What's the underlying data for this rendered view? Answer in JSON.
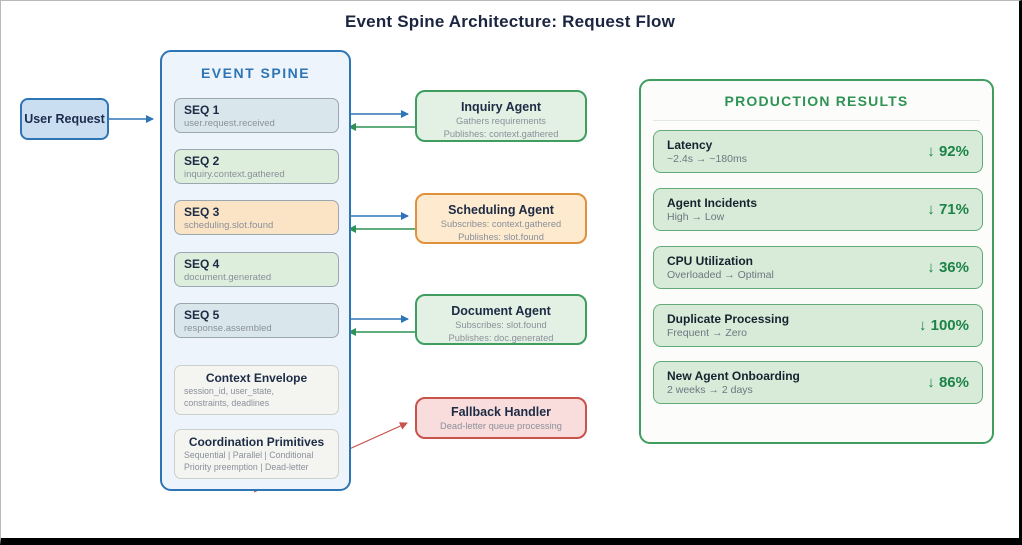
{
  "title": "Event Spine Architecture: Request Flow",
  "user_request": {
    "label": "User Request"
  },
  "event_spine": {
    "title": "EVENT SPINE",
    "sequences": [
      {
        "label": "SEQ 1",
        "event": "user.request.received",
        "variant": "blue"
      },
      {
        "label": "SEQ 2",
        "event": "inquiry.context.gathered",
        "variant": "green"
      },
      {
        "label": "SEQ 3",
        "event": "scheduling.slot.found",
        "variant": "orange"
      },
      {
        "label": "SEQ 4",
        "event": "document.generated",
        "variant": "green"
      },
      {
        "label": "SEQ 5",
        "event": "response.assembled",
        "variant": "blue"
      }
    ],
    "panels": [
      {
        "title": "Context Envelope",
        "line1": "session_id, user_state,",
        "line2": "constraints, deadlines"
      },
      {
        "title": "Coordination Primitives",
        "line1": "Sequential | Parallel | Conditional",
        "line2": "Priority preemption | Dead-letter"
      }
    ]
  },
  "agents": [
    {
      "title": "Inquiry Agent",
      "line1": "Gathers requirements",
      "line2": "Publishes: context.gathered",
      "variant": "green"
    },
    {
      "title": "Scheduling Agent",
      "line1": "Subscribes: context.gathered",
      "line2": "Publishes: slot.found",
      "variant": "orange"
    },
    {
      "title": "Document Agent",
      "line1": "Subscribes: slot.found",
      "line2": "Publishes: doc.generated",
      "variant": "green"
    },
    {
      "title": "Fallback Handler",
      "line1": "Dead-letter queue processing",
      "line2": "",
      "variant": "red"
    }
  ],
  "production_results": {
    "title": "PRODUCTION RESULTS",
    "metrics": [
      {
        "name": "Latency",
        "change": "~2.4s → ~180ms",
        "value": "↓ 92%"
      },
      {
        "name": "Agent Incidents",
        "change": "High → Low",
        "value": "↓ 71%"
      },
      {
        "name": "CPU Utilization",
        "change": "Overloaded → Optimal",
        "value": "↓ 36%"
      },
      {
        "name": "Duplicate Processing",
        "change": "Frequent → Zero",
        "value": "↓ 100%"
      },
      {
        "name": "New Agent Onboarding",
        "change": "2 weeks → 2 days",
        "value": "↓ 86%"
      }
    ]
  },
  "colors": {
    "accent_blue": "#2e75b6",
    "accent_green": "#2e9254",
    "accent_orange": "#e0913c",
    "accent_red": "#c8524c",
    "value_green": "#1d8348",
    "title_navy": "#1b2540"
  }
}
